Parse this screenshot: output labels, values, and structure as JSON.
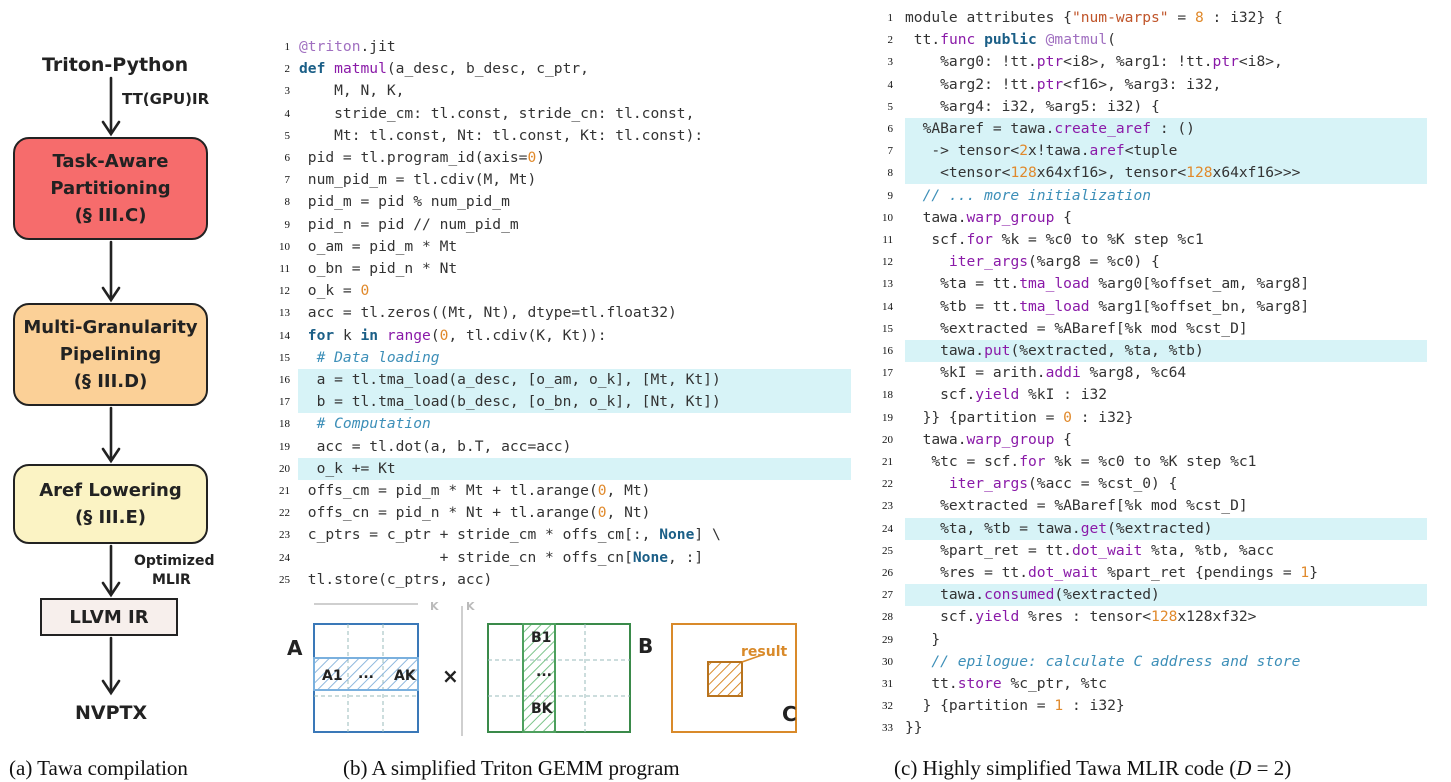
{
  "panel_a": {
    "top_label": "Triton-Python",
    "ir_label": "TT(GPU)IR",
    "stages": [
      {
        "line1": "Task-Aware",
        "line2": "Partitioning",
        "line3": "(§ III.C)",
        "color": "#f66c6c"
      },
      {
        "line1": "Multi-Granularity",
        "line2": "Pipelining",
        "line3": "(§ III.D)",
        "color": "#fbd097"
      },
      {
        "line1": "Aref Lowering",
        "line2": "(§ III.E)",
        "color": "#fbf3c4"
      }
    ],
    "mlir_label_1": "Optimized",
    "mlir_label_2": "MLIR",
    "llvm_label": "LLVM IR",
    "bottom_label": "NVPTX"
  },
  "panel_b": {
    "highlight_color": "#d7f3f7",
    "lines": [
      {
        "n": "1",
        "text": "@triton.jit"
      },
      {
        "n": "2",
        "text": "def matmul(a_desc, b_desc, c_ptr,"
      },
      {
        "n": "3",
        "text": "    M, N, K,"
      },
      {
        "n": "4",
        "text": "    stride_cm: tl.const, stride_cn: tl.const,"
      },
      {
        "n": "5",
        "text": "    Mt: tl.const, Nt: tl.const, Kt: tl.const):"
      },
      {
        "n": "6",
        "text": " pid = tl.program_id(axis=0)"
      },
      {
        "n": "7",
        "text": " num_pid_m = tl.cdiv(M, Mt)"
      },
      {
        "n": "8",
        "text": " pid_m = pid % num_pid_m"
      },
      {
        "n": "9",
        "text": " pid_n = pid // num_pid_m"
      },
      {
        "n": "10",
        "text": " o_am = pid_m * Mt"
      },
      {
        "n": "11",
        "text": " o_bn = pid_n * Nt"
      },
      {
        "n": "12",
        "text": " o_k = 0"
      },
      {
        "n": "13",
        "text": " acc = tl.zeros((Mt, Nt), dtype=tl.float32)"
      },
      {
        "n": "14",
        "text": " for k in range(0, tl.cdiv(K, Kt)):"
      },
      {
        "n": "15",
        "text": "  # Data loading"
      },
      {
        "n": "16",
        "text": "  a = tl.tma_load(a_desc, [o_am, o_k], [Mt, Kt])"
      },
      {
        "n": "17",
        "text": "  b = tl.tma_load(b_desc, [o_bn, o_k], [Nt, Kt])"
      },
      {
        "n": "18",
        "text": "  # Computation"
      },
      {
        "n": "19",
        "text": "  acc = tl.dot(a, b.T, acc=acc)"
      },
      {
        "n": "20",
        "text": "  o_k += Kt"
      },
      {
        "n": "21",
        "text": " offs_cm = pid_m * Mt + tl.arange(0, Mt)"
      },
      {
        "n": "22",
        "text": " offs_cn = pid_n * Nt + tl.arange(0, Nt)"
      },
      {
        "n": "23",
        "text": " c_ptrs = c_ptr + stride_cm * offs_cm[:, None] \\"
      },
      {
        "n": "24",
        "text": "                + stride_cn * offs_cn[None, :]"
      },
      {
        "n": "25",
        "text": " tl.store(c_ptrs, acc)"
      }
    ],
    "highlighted_lines": [
      "16",
      "17",
      "20"
    ]
  },
  "matrices": {
    "a_label": "A",
    "b_label": "B",
    "c_label": "C",
    "times": "×",
    "k_axis_1": "K",
    "k_axis_2": "K",
    "a1": "A1",
    "a_dots": "...",
    "ak": "AK",
    "b1": "B1",
    "b_dots": "...",
    "bk": "BK",
    "result": "result",
    "color_a": "#3a78b8",
    "color_b": "#3a8a4a",
    "color_c": "#d98a2a"
  },
  "panel_c": {
    "lines": [
      {
        "n": "1",
        "text": "module attributes {\"num-warps\" = 8 : i32} {"
      },
      {
        "n": "2",
        "text": " tt.func public @matmul("
      },
      {
        "n": "3",
        "text": "    %arg0: !tt.ptr<i8>, %arg1: !tt.ptr<i8>,"
      },
      {
        "n": "4",
        "text": "    %arg2: !tt.ptr<f16>, %arg3: i32,"
      },
      {
        "n": "5",
        "text": "    %arg4: i32, %arg5: i32) {"
      },
      {
        "n": "6",
        "text": "  %ABaref = tawa.create_aref : ()"
      },
      {
        "n": "7",
        "text": "   -> tensor<2x!tawa.aref<tuple"
      },
      {
        "n": "8",
        "text": "    <tensor<128x64xf16>, tensor<128x64xf16>>>"
      },
      {
        "n": "9",
        "text": "  // ... more initialization"
      },
      {
        "n": "10",
        "text": "  tawa.warp_group {"
      },
      {
        "n": "11",
        "text": "   scf.for %k = %c0 to %K step %c1"
      },
      {
        "n": "12",
        "text": "     iter_args(%arg8 = %c0) {"
      },
      {
        "n": "13",
        "text": "    %ta = tt.tma_load %arg0[%offset_am, %arg8]"
      },
      {
        "n": "14",
        "text": "    %tb = tt.tma_load %arg1[%offset_bn, %arg8]"
      },
      {
        "n": "15",
        "text": "    %extracted = %ABaref[%k mod %cst_D]"
      },
      {
        "n": "16",
        "text": "    tawa.put(%extracted, %ta, %tb)"
      },
      {
        "n": "17",
        "text": "    %kI = arith.addi %arg8, %c64"
      },
      {
        "n": "18",
        "text": "    scf.yield %kI : i32"
      },
      {
        "n": "19",
        "text": "  }} {partition = 0 : i32}"
      },
      {
        "n": "20",
        "text": "  tawa.warp_group {"
      },
      {
        "n": "21",
        "text": "   %tc = scf.for %k = %c0 to %K step %c1"
      },
      {
        "n": "22",
        "text": "     iter_args(%acc = %cst_0) {"
      },
      {
        "n": "23",
        "text": "    %extracted = %ABaref[%k mod %cst_D]"
      },
      {
        "n": "24",
        "text": "    %ta, %tb = tawa.get(%extracted)"
      },
      {
        "n": "25",
        "text": "    %part_ret = tt.dot_wait %ta, %tb, %acc"
      },
      {
        "n": "26",
        "text": "    %res = tt.dot_wait %part_ret {pendings = 1}"
      },
      {
        "n": "27",
        "text": "    tawa.consumed(%extracted)"
      },
      {
        "n": "28",
        "text": "    scf.yield %res : tensor<128x128xf32>"
      },
      {
        "n": "29",
        "text": "   }"
      },
      {
        "n": "30",
        "text": "   // epilogue: calculate C address and store"
      },
      {
        "n": "31",
        "text": "   tt.store %c_ptr, %tc"
      },
      {
        "n": "32",
        "text": "  } {partition = 1 : i32}"
      },
      {
        "n": "33",
        "text": "}}"
      }
    ],
    "highlighted_lines": [
      "6",
      "7",
      "8",
      "16",
      "24",
      "27"
    ]
  },
  "captions": {
    "a": "(a) Tawa compilation",
    "b": "(b) A simplified Triton GEMM program",
    "c_prefix": "(c) Highly simplified Tawa MLIR code (",
    "c_math": "D",
    "c_suffix": " = 2)"
  }
}
